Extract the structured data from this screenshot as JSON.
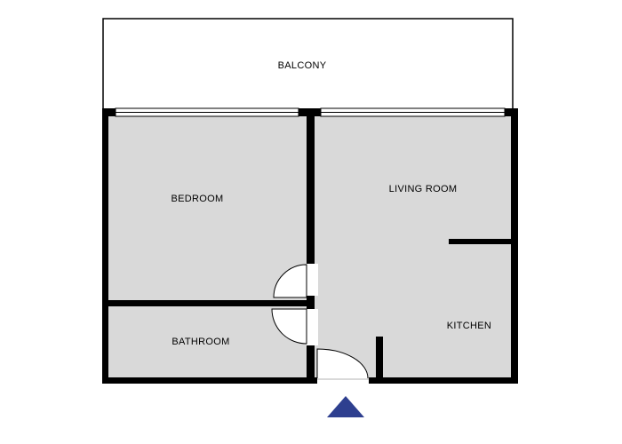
{
  "rooms": {
    "balcony": "BALCONY",
    "bedroom": "BEDROOM",
    "living_room": "LIVING ROOM",
    "bathroom": "BATHROOM",
    "kitchen": "KITCHEN"
  },
  "colors": {
    "floor": "#d9d9d9",
    "wall": "#000000",
    "background": "#ffffff",
    "entrance_marker": "#2e3f8f"
  },
  "icons": {
    "entrance": "entrance-arrow-icon"
  }
}
